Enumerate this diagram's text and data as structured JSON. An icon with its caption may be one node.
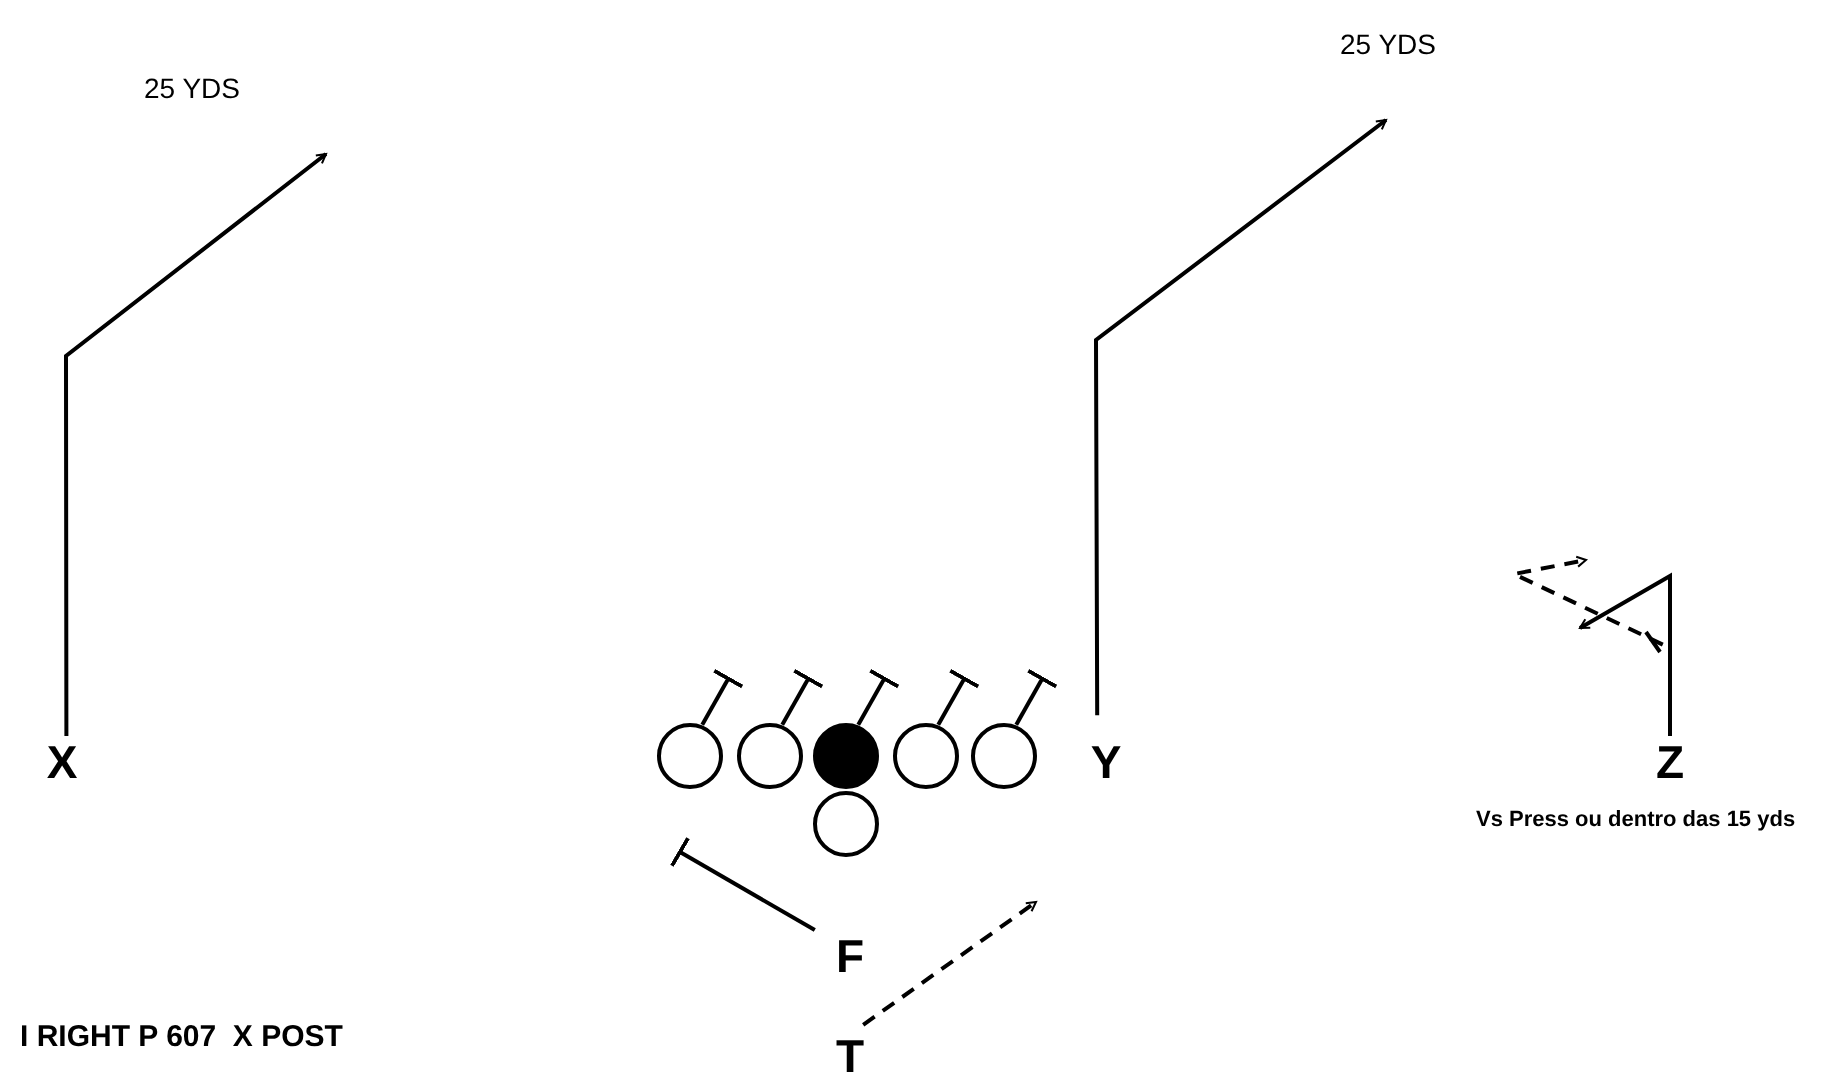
{
  "diagram": {
    "nodes": [
      {
        "text": [
          "X"
        ]
      },
      {
        "text": [
          "Y"
        ]
      },
      {
        "text": [
          "Z"
        ],
        "beside": [
          "Vs Press ou dentro das 15 yds"
        ]
      },
      {
        "text": [
          "F"
        ]
      },
      {
        "text": [
          "T"
        ]
      },
      {
        "text": [],
        "shape": "circle"
      },
      {
        "text": [],
        "shape": "circle"
      },
      {
        "text": [],
        "shape": "circle"
      },
      {
        "text": [],
        "shape": "circle"
      },
      {
        "text": [],
        "shape": "circle"
      },
      {
        "text": [],
        "shape": "circle"
      }
    ],
    "edges": [
      {
        "from": 0,
        "to": null,
        "arrow": "to"
      },
      {
        "from": 1,
        "to": null,
        "arrow": "to"
      },
      {
        "from": 2,
        "to": null,
        "arrow": "to"
      },
      {
        "from": 2,
        "to": null,
        "arrow": "to",
        "style": "dashed"
      },
      {
        "from": 4,
        "to": null,
        "arrow": "to",
        "style": "dashed"
      },
      {
        "from": 3,
        "to": null,
        "arrow": "other"
      },
      {
        "from": 5,
        "to": null,
        "arrow": "other"
      },
      {
        "from": 6,
        "to": null,
        "arrow": "other"
      },
      {
        "from": 7,
        "to": null,
        "arrow": "other"
      },
      {
        "from": 8,
        "to": null,
        "arrow": "other"
      },
      {
        "from": 9,
        "to": null,
        "arrow": "other"
      }
    ],
    "labels": [
      "25 YDS",
      "25 YDS",
      "I RIGHT P 607  X POST"
    ]
  }
}
